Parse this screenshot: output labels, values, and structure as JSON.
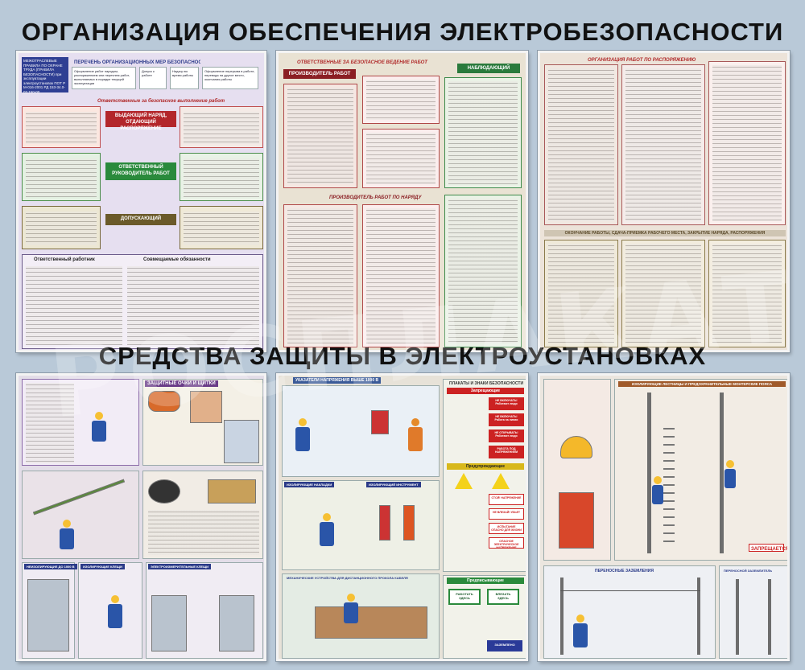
{
  "page": {
    "title_top": "ОРГАНИЗАЦИЯ ОБЕСПЕЧЕНИЯ ЭЛЕКТРОБЕЗОПАСНОСТИ",
    "title_bottom": "СРЕДСТВА ЗАЩИТЫ В ЭЛЕКТРОУСТАНОВКАХ"
  },
  "panel1": {
    "sidebar_text": "МЕЖОТРАСЛЕВЫЕ ПРАВИЛА ПО ОХРАНЕ ТРУДА (ПРАВИЛА БЕЗОПАСНОСТИ) при эксплуатации электроустановок ПОТ Р М-016-2001 РД 153-34.0-03.150-00",
    "header": "ПЕРЕЧЕНЬ ОРГАНИЗАЦИОННЫХ МЕР БЕЗОПАСНОСТИ",
    "cells": [
      "Оформление работ нарядом, распоряжением или перечнем работ, выполняемых в порядке текущей эксплуатации",
      "Допуск к работе",
      "Надзор во время работы",
      "Оформление перерыва в работе, перевода на другое место, окончания работы"
    ],
    "section": "Ответственные за безопасное выполнение работ",
    "tag1": "ВЫДАЮЩИЙ НАРЯД, ОТДАЮЩИЙ РАСПОРЯЖЕНИЕ",
    "tag2": "ОТВЕТСТВЕННЫЙ РУКОВОДИТЕЛЬ РАБОТ",
    "tag3": "ДОПУСКАЮЩИЙ",
    "table_head": [
      "Ответственный работник",
      "Совмещаемые обязанности"
    ]
  },
  "panel2": {
    "header": "ОТВЕТСТВЕННЫЕ ЗА БЕЗОПАСНОЕ ВЕДЕНИЕ РАБОТ",
    "tag1": "ПРОИЗВОДИТЕЛЬ РАБОТ",
    "tag2": "НАБЛЮДАЮЩИЙ",
    "section": "ПРОИЗВОДИТЕЛЬ РАБОТ ПО НАРЯДУ"
  },
  "panel3": {
    "header": "ОРГАНИЗАЦИЯ РАБОТ ПО РАСПОРЯЖЕНИЮ",
    "section": "ОКОНЧАНИЕ РАБОТЫ, СДАЧА-ПРИЕМКА РАБОЧЕГО МЕСТА, ЗАКРЫТИЕ НАРЯДА, РАСПОРЯЖЕНИЯ"
  },
  "panel4": {
    "labels": [
      "ЗАЩИТНЫЕ ОЧКИ И ЩИТКИ",
      "НЕИЗОЛИРУЮЩИЕ ДО 1000 В",
      "ИЗОЛИРУЮЩИЕ КЛЕЩИ",
      "ЭЛЕКТРОИЗМЕРИТЕЛЬНЫЕ КЛЕЩИ"
    ]
  },
  "panel5": {
    "labels": [
      "УКАЗАТЕЛИ НАПРЯЖЕНИЯ ВЫШЕ 1000 В",
      "ПЛАКАТЫ И ЗНАКИ БЕЗОПАСНОСТИ",
      "Запрещающие",
      "Предупреждающие",
      "Предписывающие",
      "ИЗОЛИРУЮЩИЕ НАКЛАДКИ",
      "ИЗОЛИРУЮЩИЙ ИНСТРУМЕНТ",
      "МЕХАНИЧЕСКИЕ УСТРОЙСТВА ДЛЯ ДИСТАНЦИОННОГО ПРОКОЛА КАБЕЛЯ"
    ],
    "signs": [
      "НЕ ВКЛЮЧАТЬ! Работают люди",
      "НЕ ВКЛЮЧАТЬ! Работа на линии",
      "НЕ ОТКРЫВАТЬ! Работают люди",
      "РАБОТА ПОД НАПРЯЖЕНИЕМ",
      "СТОЙ! НАПРЯЖЕНИЕ",
      "НЕ ВЛЕЗАЙ! УБЬЕТ",
      "ИСПЫТАНИЕ ОПАСНО ДЛЯ ЖИЗНИ",
      "ОПАСНОЕ ЭЛЕКТРИЧЕСКОЕ НАПРЯЖЕНИЕ",
      "РАБОТАТЬ ЗДЕСЬ",
      "ВЛЕЗАТЬ ЗДЕСЬ",
      "ЗАЗЕМЛЕНО"
    ]
  },
  "panel6": {
    "labels": [
      "ИЗОЛИРУЮЩИЕ ЛЕСТНИЦЫ И ПРЕДОХРАНИТЕЛЬНЫЕ МОНТЕРСКИЕ ПОЯСА",
      "ПЕРЕНОСНЫЕ ЗАЗЕМЛЕНИЯ",
      "ПЕРЕНОСНОЙ ЗАЗЕМЛИТЕЛЬ"
    ],
    "note": "ЗАПРЕЩАЕТСЯ"
  },
  "watermark": "РОСПЛАКАТ"
}
